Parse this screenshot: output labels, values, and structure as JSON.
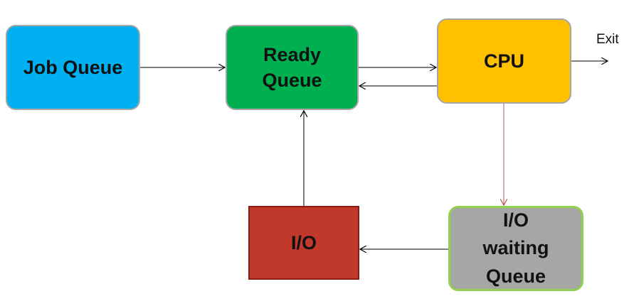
{
  "nodes": {
    "job_queue": {
      "label": "Job Queue",
      "color": "#00b0f0"
    },
    "ready_queue": {
      "line1": "Ready",
      "line2": "Queue",
      "color": "#00b050"
    },
    "cpu": {
      "label": "CPU",
      "color": "#ffc000"
    },
    "io": {
      "label": "I/O",
      "color": "#c0392b"
    },
    "io_waiting_queue": {
      "line1": "I/O",
      "line2": "waiting",
      "line3": "Queue",
      "color": "#a6a6a6",
      "border_color": "#92d050"
    }
  },
  "exit_label": "Exit",
  "edges": [
    {
      "from": "Job Queue",
      "to": "Ready Queue",
      "color": "#000000"
    },
    {
      "from": "Ready Queue",
      "to": "CPU",
      "color": "#000000"
    },
    {
      "from": "CPU",
      "to": "Ready Queue",
      "color": "#000000"
    },
    {
      "from": "CPU",
      "to": "Exit",
      "color": "#000000"
    },
    {
      "from": "CPU",
      "to": "I/O waiting Queue",
      "color": "#c0504d"
    },
    {
      "from": "I/O waiting Queue",
      "to": "I/O",
      "color": "#000000"
    },
    {
      "from": "I/O",
      "to": "Ready Queue",
      "color": "#000000"
    }
  ]
}
